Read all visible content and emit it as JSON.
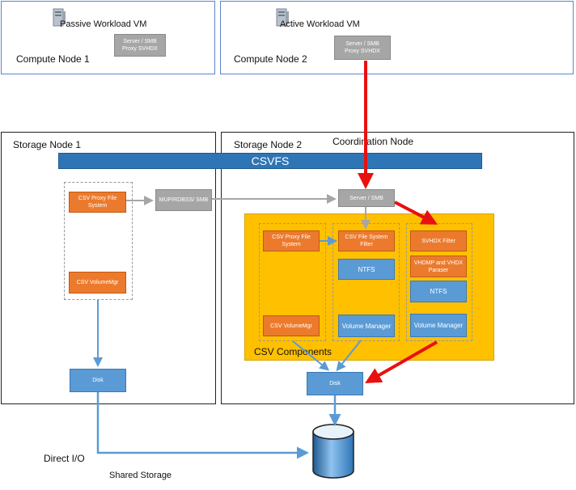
{
  "compute_nodes": [
    {
      "name": "Compute Node 1",
      "vm": "Passive Workload VM",
      "proxy_line1": "Server / SMB",
      "proxy_line2": "Proxy SVHDX"
    },
    {
      "name": "Compute Node 2",
      "vm": "Active Workload VM",
      "proxy_line1": "Server / SMB",
      "proxy_line2": "Proxy SVHDX"
    }
  ],
  "storage_node_1": {
    "title": "Storage Node 1",
    "proxy_fs": "CSV Proxy File System",
    "volume_mgr": "CSV VolumeMgr",
    "mup": "MUP/RDBSS/ SMB",
    "disk": "Disk"
  },
  "storage_node_2": {
    "title": "Storage Node 2",
    "coordination": "Coordination Node",
    "server_smb": "Server / SMB",
    "components_label": "CSV Components",
    "proxy_fs": "CSV Proxy File System",
    "volume_mgr": "CSV VolumeMgr",
    "fs_filter": "CSV File System Filter",
    "ntfs_1": "NTFS",
    "volume_manager_1": "Volume Manager",
    "svhdx_filter": "SVHDX Filter",
    "vhdmp": "VHDMP and VHDX Paraser",
    "ntfs_2": "NTFS",
    "volume_manager_2": "Volume Manager",
    "disk": "Disk"
  },
  "csvfs": "CSVFS",
  "direct_io": "Direct I/O",
  "shared_storage": "Shared Storage",
  "colors": {
    "panel_border": "#5b85c8",
    "csvfs_bar": "#2e75b6",
    "csv_components": "#ffc000",
    "orange_box": "#ec7a2d",
    "blue_box": "#5b9bd5",
    "gray_box": "#a6a6a6",
    "red_arrow": "#e81010",
    "gray_arrow": "#a6a6a6",
    "blue_arrow": "#5b9bd5"
  }
}
